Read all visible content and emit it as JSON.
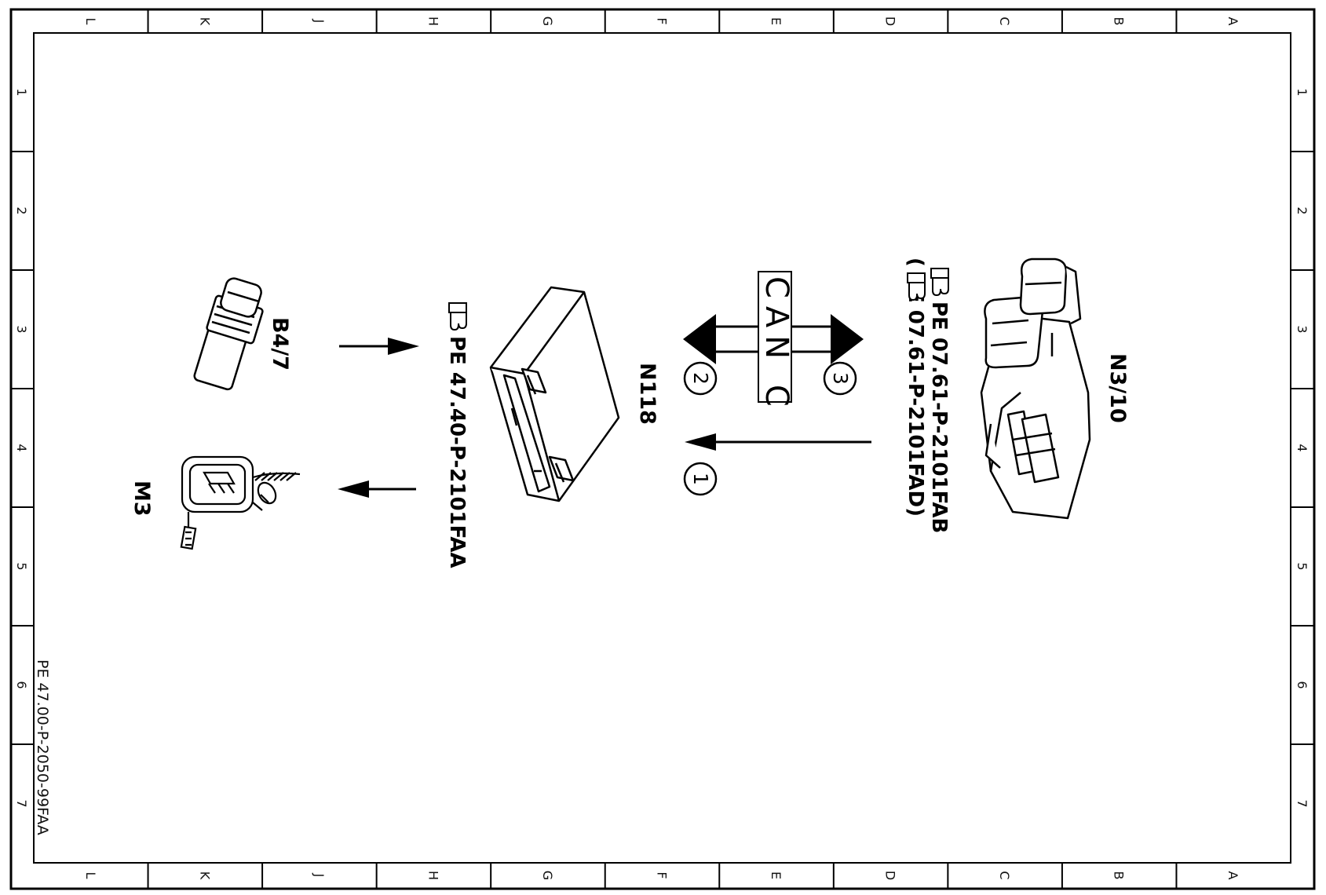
{
  "border": {
    "columns": [
      "L",
      "K",
      "J",
      "H",
      "G",
      "F",
      "E",
      "D",
      "C",
      "B",
      "A"
    ],
    "rows": [
      "1",
      "2",
      "3",
      "4",
      "5",
      "6",
      "7"
    ]
  },
  "document_id": "PE 47.00-P-2050-99FAA",
  "components": {
    "b4_7": {
      "label": "B4/7"
    },
    "m3": {
      "label": "M3"
    },
    "n118": {
      "label": "N118",
      "ref": "PE  47.40-P-2101FAA"
    },
    "n3_10": {
      "label": "N3/10",
      "ref1": "PE  07.61-P-2101FAB",
      "ref2": "(  PE  07.61-P-2101FAD)"
    }
  },
  "bus": {
    "label": "CAN C"
  },
  "signals": {
    "s1": "1",
    "s2": "2",
    "s3": "3"
  },
  "colors": {
    "line": "#000000",
    "background": "#ffffff"
  },
  "icons": [
    "pointing-hand-icon"
  ]
}
